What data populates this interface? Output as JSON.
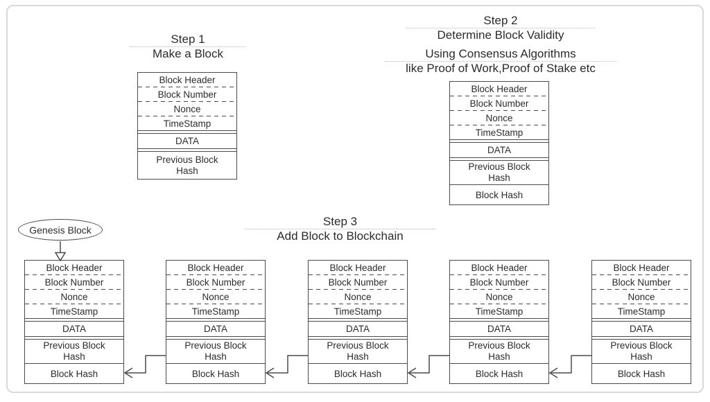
{
  "colors": {
    "line": "#4a4a4a",
    "text": "#2b2b2b",
    "underline": "#b5b5b5",
    "frame": "#d9d9d9"
  },
  "step1": {
    "title": "Step 1",
    "subtitle": "Make a Block"
  },
  "step2": {
    "title": "Step 2",
    "subtitle": "Determine Block Validity",
    "method_line": "Using Consensus Algorithms",
    "method_detail": "like Proof of Work,Proof of Stake etc"
  },
  "step3": {
    "title": "Step 3",
    "subtitle": "Add Block to Blockchain"
  },
  "genesis": {
    "label": "Genesis Block"
  },
  "block_fields": {
    "header": "Block Header",
    "number": "Block Number",
    "nonce": "Nonce",
    "timestamp": "TimeStamp",
    "data": "DATA",
    "prev_hash": "Previous Block Hash",
    "block_hash": "Block Hash"
  }
}
